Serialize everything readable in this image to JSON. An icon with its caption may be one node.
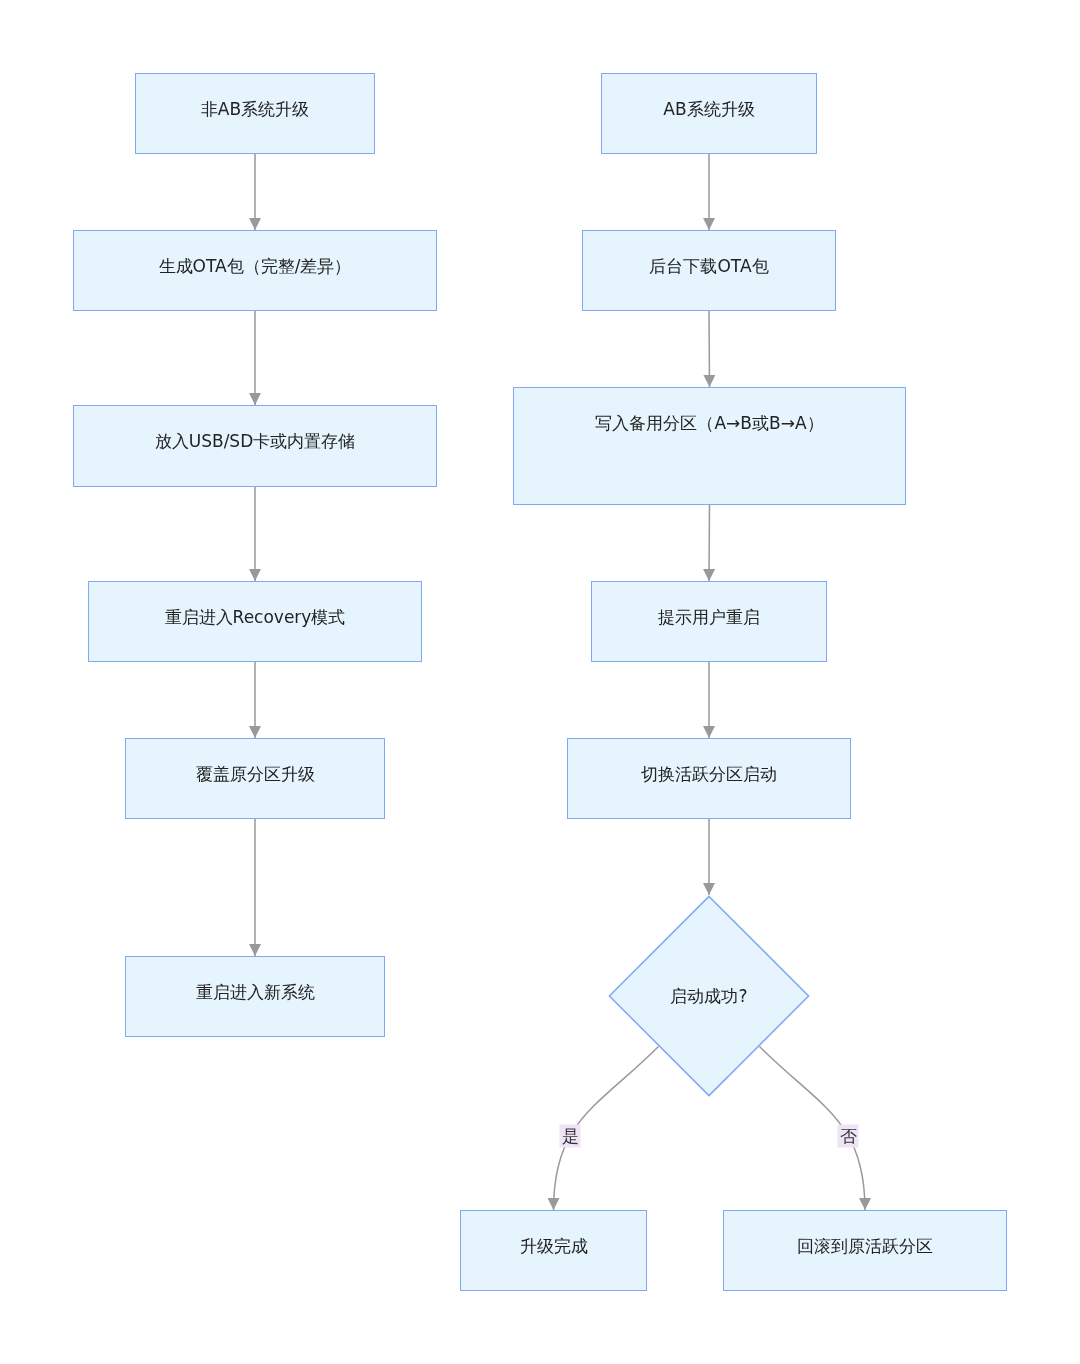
{
  "diagram": {
    "nodes": [
      {
        "text": [
          "非AB系统升级"
        ]
      },
      {
        "text": [
          "生成OTA包（完整/差异）"
        ]
      },
      {
        "text": [
          "放入USB/SD卡或内置存储"
        ]
      },
      {
        "text": [
          "重启进入Recovery模式"
        ]
      },
      {
        "text": [
          "覆盖原分区升级"
        ]
      },
      {
        "text": [
          "重启进入新系统"
        ]
      },
      {
        "text": [
          "AB系统升级"
        ]
      },
      {
        "text": [
          "后台下载OTA包"
        ]
      },
      {
        "text": [
          "写入备用分区（A→B或B→A）"
        ]
      },
      {
        "text": [
          "提示用户重启"
        ]
      },
      {
        "text": [
          "切换活跃分区启动"
        ]
      },
      {
        "text": [
          "启动成功?"
        ]
      },
      {
        "text": [
          "升级完成"
        ]
      },
      {
        "text": [
          "回滚到原活跃分区"
        ]
      }
    ],
    "edges": [
      {
        "from": 0,
        "to": 1,
        "arrow": "to"
      },
      {
        "from": 1,
        "to": 2,
        "arrow": "to"
      },
      {
        "from": 2,
        "to": 3,
        "arrow": "to"
      },
      {
        "from": 3,
        "to": 4,
        "arrow": "to"
      },
      {
        "from": 4,
        "to": 5,
        "arrow": "to"
      },
      {
        "from": 6,
        "to": 7,
        "arrow": "to"
      },
      {
        "from": 7,
        "to": 8,
        "arrow": "to"
      },
      {
        "from": 8,
        "to": 9,
        "arrow": "to"
      },
      {
        "from": 9,
        "to": 10,
        "arrow": "to"
      },
      {
        "from": 10,
        "to": 11,
        "arrow": "to"
      },
      {
        "from": 11,
        "to": 12,
        "arrow": "to",
        "label": "是"
      },
      {
        "from": 11,
        "to": 13,
        "arrow": "to",
        "label": "否"
      }
    ]
  }
}
